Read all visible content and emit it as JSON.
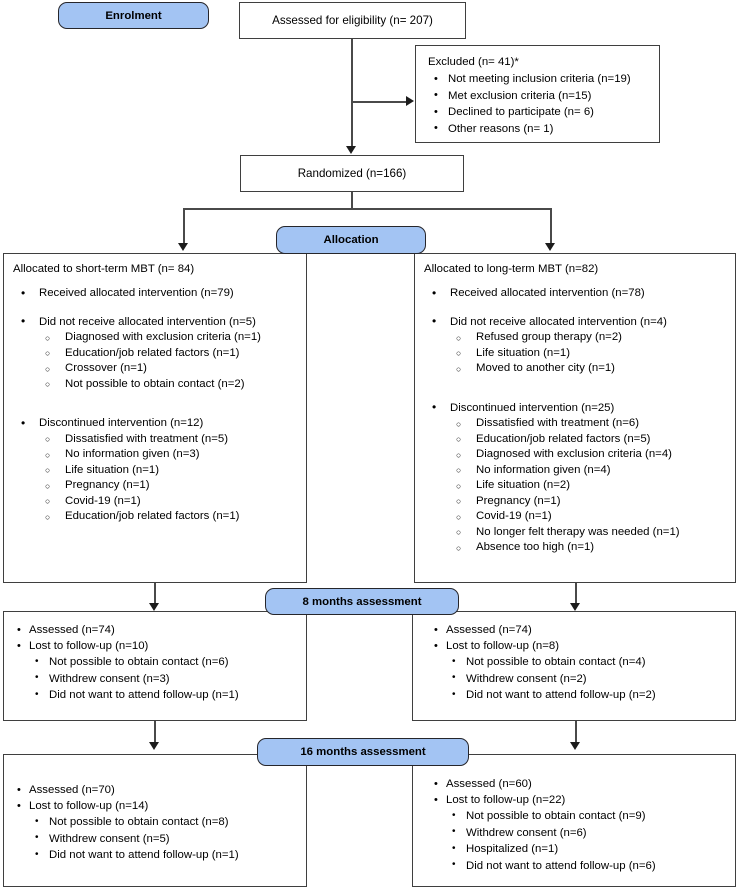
{
  "diagram": {
    "title": "CONSORT participant flow diagram",
    "accent_blue": "#a3c4f3",
    "badge_border": "#26262b",
    "line_color": "#4a4a4a"
  },
  "stages": {
    "enrolment": "Enrolment",
    "allocation": "Allocation",
    "assessment_8": "8 months assessment",
    "assessment_16": "16 months assessment"
  },
  "enrolment": {
    "assessed": "Assessed for eligibility (n= 207)",
    "randomized": "Randomized (n=166)",
    "excluded": {
      "heading": "Excluded (n= 41)*",
      "reasons": [
        "Not meeting inclusion criteria (n=19)",
        "Met exclusion criteria (n=15)",
        "Declined to participate (n= 6)",
        "Other reasons (n= 1)"
      ]
    }
  },
  "allocation": {
    "left": {
      "heading": "Allocated to short-term MBT (n= 84)",
      "received": "Received allocated intervention (n=79)",
      "not_received": {
        "label": "Did not receive allocated intervention (n=5)",
        "reasons": [
          "Diagnosed with exclusion criteria (n=1)",
          "Education/job related factors (n=1)",
          "Crossover (n=1)",
          "Not possible to obtain contact (n=2)"
        ]
      },
      "discontinued": {
        "label": "Discontinued intervention (n=12)",
        "reasons": [
          "Dissatisfied with treatment (n=5)",
          "No information given (n=3)",
          "Life situation (n=1)",
          "Pregnancy (n=1)",
          "Covid-19 (n=1)",
          "Education/job related factors (n=1)"
        ]
      }
    },
    "right": {
      "heading": "Allocated to long-term MBT (n=82)",
      "received": "Received allocated intervention (n=78)",
      "not_received": {
        "label": "Did not receive allocated intervention (n=4)",
        "reasons": [
          "Refused group therapy (n=2)",
          "Life situation (n=1)",
          "Moved to another city (n=1)"
        ]
      },
      "discontinued": {
        "label": "Discontinued intervention (n=25)",
        "reasons": [
          "Dissatisfied with treatment (n=6)",
          "Education/job related factors (n=5)",
          "Diagnosed with exclusion criteria (n=4)",
          "No information given (n=4)",
          "Life situation (n=2)",
          "Pregnancy (n=1)",
          "Covid-19 (n=1)",
          "No longer felt therapy was needed (n=1)",
          "Absence too high (n=1)"
        ]
      }
    }
  },
  "followup_8": {
    "left": {
      "assessed": "Assessed (n=74)",
      "lost_label": "Lost to follow-up (n=10)",
      "lost_reasons": [
        "Not possible to obtain contact (n=6)",
        "Withdrew consent (n=3)",
        "Did not want to attend follow-up (n=1)"
      ]
    },
    "right": {
      "assessed": "Assessed (n=74)",
      "lost_label": "Lost to follow-up (n=8)",
      "lost_reasons": [
        "Not possible to obtain contact (n=4)",
        "Withdrew consent (n=2)",
        "Did not want to attend follow-up (n=2)"
      ]
    }
  },
  "followup_16": {
    "left": {
      "assessed": "Assessed (n=70)",
      "lost_label": "Lost to follow-up (n=14)",
      "lost_reasons": [
        "Not possible to obtain contact (n=8)",
        "Withdrew consent (n=5)",
        "Did not want to attend follow-up (n=1)"
      ]
    },
    "right": {
      "assessed": "Assessed (n=60)",
      "lost_label": "Lost to follow-up (n=22)",
      "lost_reasons": [
        "Not possible to obtain contact (n=9)",
        "Withdrew consent (n=6)",
        "Hospitalized (n=1)",
        "Did not want to attend follow-up (n=6)"
      ]
    }
  },
  "bullets": {
    "disc": "•",
    "circle": "○"
  }
}
